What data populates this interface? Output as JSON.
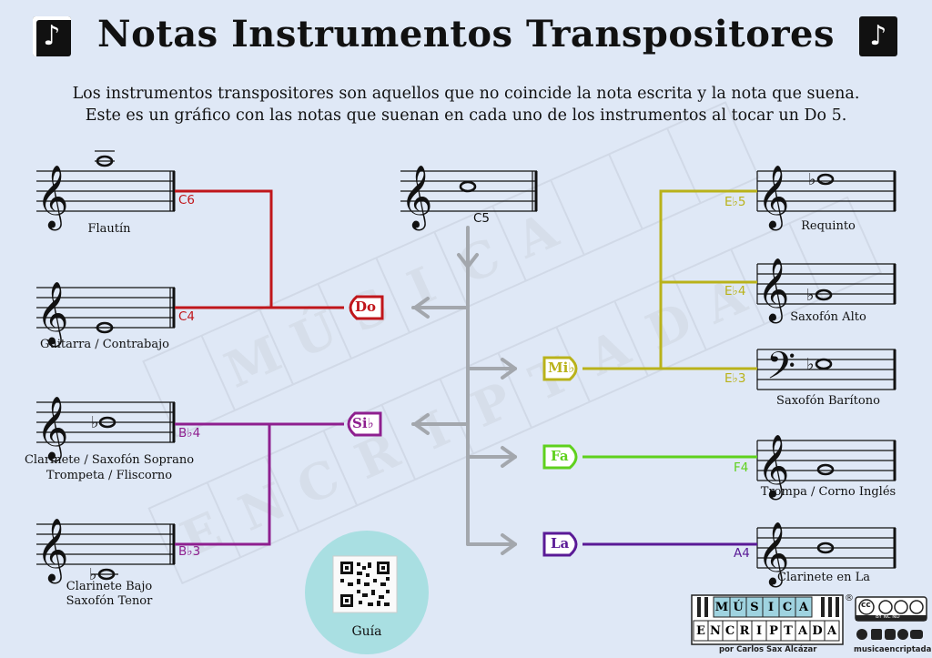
{
  "title": "Notas Instrumentos Transpositores",
  "intro": {
    "line1": "Los instrumentos transpositores son aquellos que no coincide la nota escrita y la nota que suena.",
    "line2": "Este es un gráfico con las notas que suenan en cada uno de los instrumentos al tocar un Do 5."
  },
  "source": {
    "note": "C5"
  },
  "gates": {
    "do": "Do",
    "sib": "Si♭",
    "mib": "Mi♭",
    "fa": "Fa",
    "la": "La"
  },
  "instruments": {
    "flautin": {
      "name": "Flautín",
      "note": "C6"
    },
    "guitarra": {
      "name": "Guitarra / Contrabajo",
      "note": "C4"
    },
    "clarinete": {
      "name1": "Clarinete / Saxofón Soprano",
      "name2": "Trompeta / Fliscorno",
      "note": "B♭4"
    },
    "clarinete_bajo": {
      "name1": "Clarinete Bajo",
      "name2": "Saxofón Tenor",
      "note": "B♭3"
    },
    "requinto": {
      "name": "Requinto",
      "note": "E♭5"
    },
    "saxo_alto": {
      "name": "Saxofón Alto",
      "note": "E♭4"
    },
    "saxo_baritono": {
      "name": "Saxofón Barítono",
      "note": "E♭3"
    },
    "trompa": {
      "name": "Trompa / Corno Inglés",
      "note": "F4"
    },
    "clarinete_la": {
      "name": "Clarinete en La",
      "note": "A4"
    }
  },
  "qr": {
    "label": "Guía"
  },
  "logo": {
    "row1": [
      "M",
      "Ú",
      "S",
      "I",
      "C",
      "A"
    ],
    "row2": [
      "E",
      "N",
      "C",
      "R",
      "I",
      "P",
      "T",
      "A",
      "D",
      "A"
    ],
    "author": "por Carlos Sax Alcázar",
    "registered": "®"
  },
  "license": {
    "badge": "cc",
    "labels": "BY  NC  ND"
  },
  "website": "musicaencriptada.es",
  "colors": {
    "do": "#c0161b",
    "sib": "#8e1f8f",
    "mib": "#b9b21a",
    "fa": "#5fd11d",
    "la": "#5a1a96",
    "gray": "#a3a7ad"
  }
}
